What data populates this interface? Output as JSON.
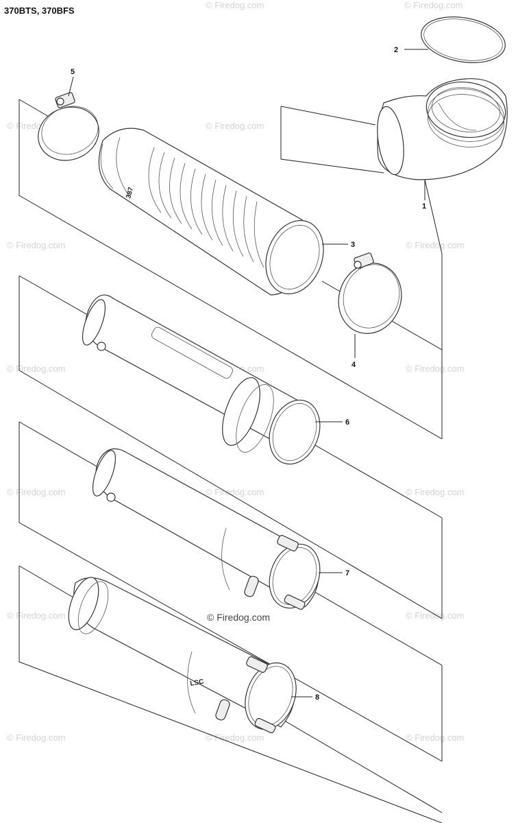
{
  "header": {
    "model_label": "370BTS, 370BFS"
  },
  "watermark": {
    "text": "© Firedog.com",
    "center_text": "© Firedog.com"
  },
  "callouts": [
    {
      "id": "1",
      "part": "elbow"
    },
    {
      "id": "2",
      "part": "o-ring"
    },
    {
      "id": "3",
      "part": "ring"
    },
    {
      "id": "4",
      "part": "hose-clamp"
    },
    {
      "id": "5",
      "part": "hose-clamp"
    },
    {
      "id": "6",
      "part": "tube"
    },
    {
      "id": "7",
      "part": "tube"
    },
    {
      "id": "8",
      "part": "nozzle"
    }
  ],
  "hose_marking": "387",
  "nozzle_marking": "LSC"
}
